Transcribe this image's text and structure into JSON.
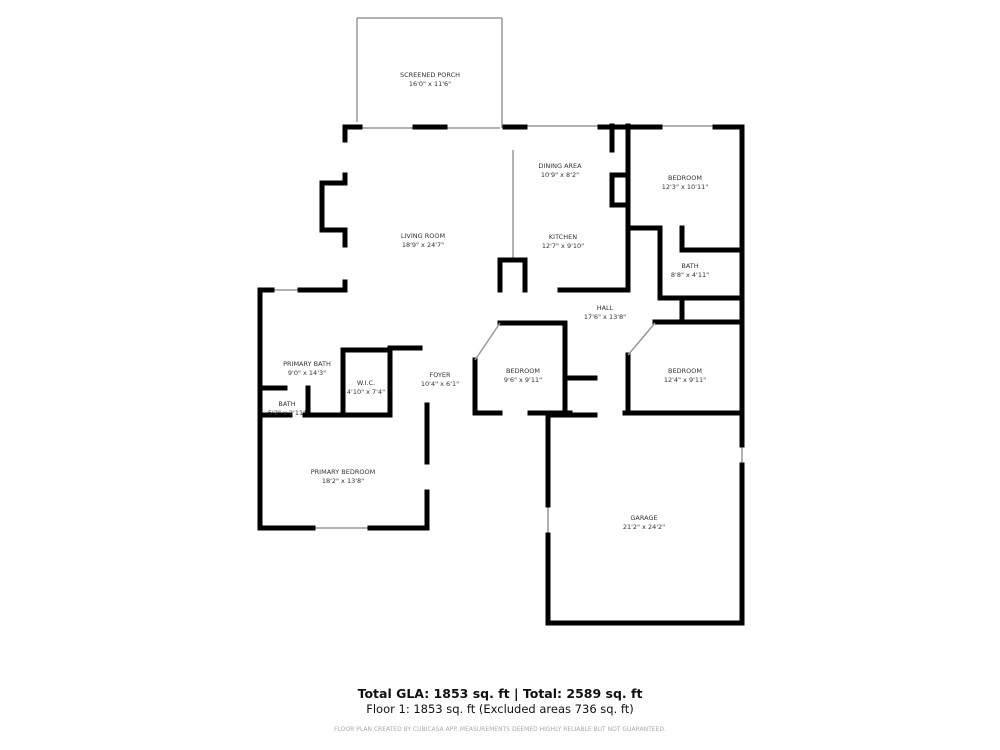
{
  "rooms": [
    {
      "name": "SCREENED PORCH",
      "size": "16'0\" x 11'6\""
    },
    {
      "name": "DINING AREA",
      "size": "10'9\" x 8'2\""
    },
    {
      "name": "BEDROOM",
      "size": "12'3\" x 10'11\""
    },
    {
      "name": "LIVING ROOM",
      "size": "18'9\" x 24'7\""
    },
    {
      "name": "KITCHEN",
      "size": "12'7\" x 9'10\""
    },
    {
      "name": "BATH",
      "size": "8'8\" x 4'11\""
    },
    {
      "name": "HALL",
      "size": "17'6\" x 13'8\""
    },
    {
      "name": "PRIMARY BATH",
      "size": "9'0\" x 14'3\""
    },
    {
      "name": "W.I.C.",
      "size": "4'10\" x 7'4\""
    },
    {
      "name": "FOYER",
      "size": "10'4\" x 6'1\""
    },
    {
      "name": "BEDROOM",
      "size": "9'6\" x 9'11\""
    },
    {
      "name": "BEDROOM",
      "size": "12'4\" x 9'11\""
    },
    {
      "name": "BATH",
      "size": "5'2\" x 2'11\""
    },
    {
      "name": "PRIMARY BEDROOM",
      "size": "18'2\" x 13'8\""
    },
    {
      "name": "GARAGE",
      "size": "21'2\" x 24'2\""
    }
  ],
  "footer": {
    "totals": "Total GLA: 1853 sq. ft | Total: 2589 sq. ft",
    "floor": "Floor 1: 1853 sq. ft (Excluded areas 736 sq. ft)",
    "disclaimer": "FLOOR PLAN CREATED BY CUBICASA APP. MEASUREMENTS DEEMED HIGHLY RELIABLE BUT NOT GUARANTEED."
  },
  "colors": {
    "wall": "#000000",
    "window": "#bbbbbb"
  }
}
